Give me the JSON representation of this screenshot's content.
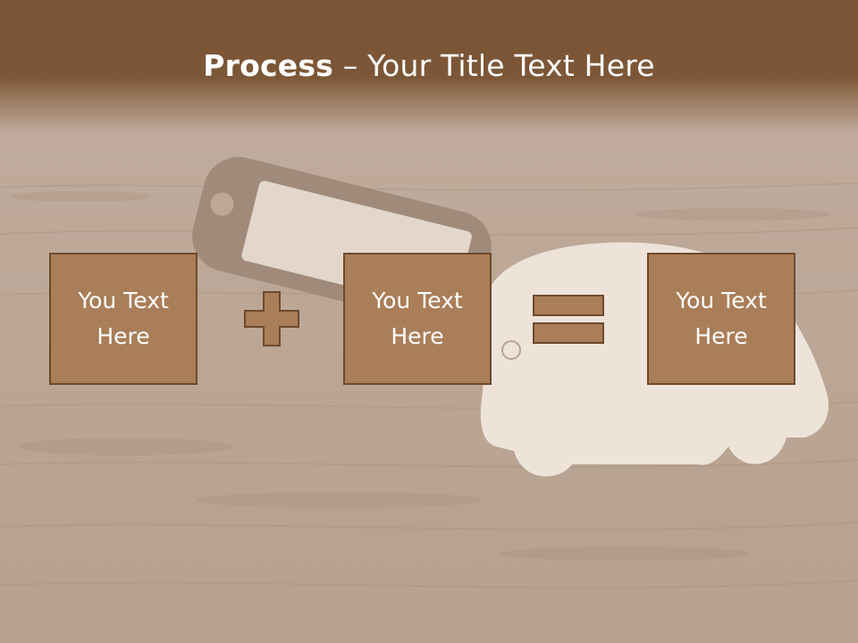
{
  "title": {
    "bold": "Process",
    "rest": " – Your Title Text Here"
  },
  "process": {
    "boxes": [
      {
        "text": "You Text Here"
      },
      {
        "text": "You Text Here"
      },
      {
        "text": "You Text Here"
      }
    ],
    "operators": [
      "plus-icon",
      "equals-icon"
    ]
  },
  "colors": {
    "header": "#7c5737",
    "box_fill": "#a97e58",
    "box_border": "#6e4a2c",
    "background": "#c0ab9b"
  }
}
